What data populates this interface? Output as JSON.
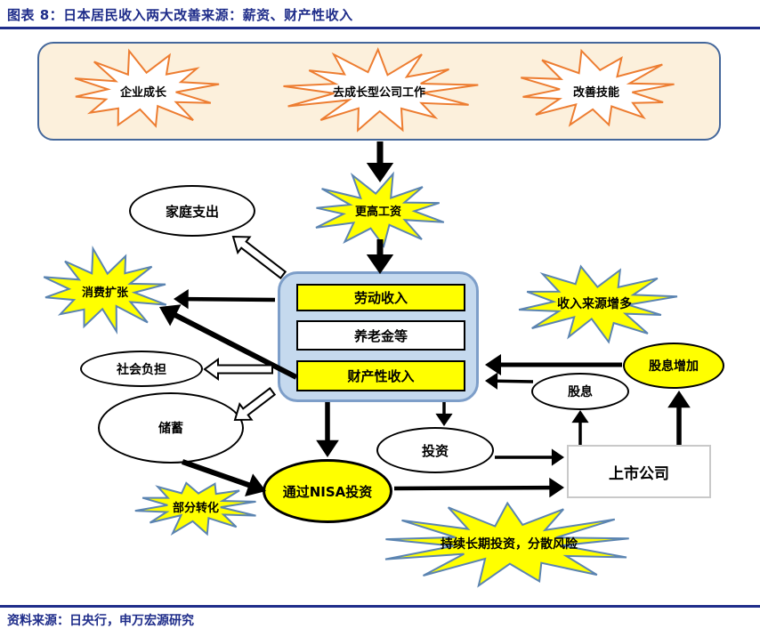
{
  "figure": {
    "title": "图表 8：日本居民收入两大改善来源：薪资、财产性收入",
    "source": "资料来源：日央行，申万宏源研究"
  },
  "top_box": {
    "items": [
      "企业成长",
      "去成长型公司工作",
      "改善技能"
    ]
  },
  "center_box": {
    "labor_income": "劳动收入",
    "pension": "养老金等",
    "property_income": "财产性收入"
  },
  "nodes": {
    "higher_wage": "更高工资",
    "household_expenditure": "家庭支出",
    "consumption_expansion": "消费扩张",
    "social_burden": "社会负担",
    "savings": "储蓄",
    "partial_conversion": "部分转化",
    "nisa_investment": "通过NISA投资",
    "investment": "投资",
    "sustained_long_term_investment": "持续长期投资，分散风险",
    "income_sources_increase": "收入来源增多",
    "dividend_increase": "股息增加",
    "dividend": "股息",
    "listed_company": "上市公司"
  },
  "colors": {
    "title_navy": "#1F2D8A",
    "highlight_yellow": "#FFFF00",
    "panel_cream": "#FCF0DC",
    "panel_cream_border": "#44679B",
    "center_box_fill": "#C5D9EE",
    "center_box_border": "#7D9EC9",
    "starburst_orange": "#ED7D31",
    "starburst_blue": "#5B84B1"
  }
}
